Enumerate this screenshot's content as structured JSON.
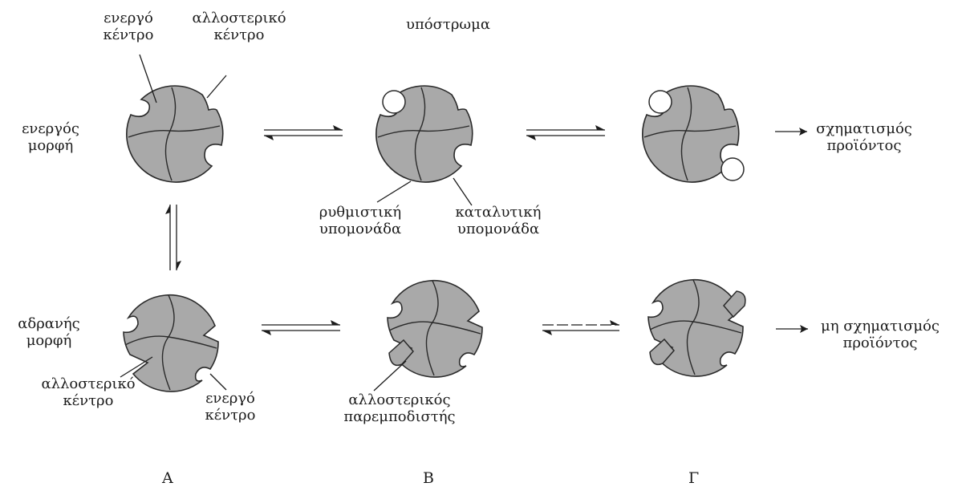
{
  "labels": {
    "active_site_top": [
      "ενεργό",
      "κέντρο"
    ],
    "allosteric_site_top": [
      "αλλοστερικό",
      "κέντρο"
    ],
    "active_form": [
      "ενεργός",
      "μορφή"
    ],
    "substrate": "υπόστρωμα",
    "regulatory_subunit": [
      "ρυθμιστική",
      "υπομονάδα"
    ],
    "catalytic_subunit": [
      "καταλυτική",
      "υπομονάδα"
    ],
    "product_formation": [
      "σχηματισμός",
      "προϊόντος"
    ],
    "inactive_form": [
      "αδρανής",
      "μορφή"
    ],
    "allosteric_site_bottom": [
      "αλλοστερικό",
      "κέντρο"
    ],
    "active_site_bottom": [
      "ενεργό",
      "κέντρο"
    ],
    "allosteric_inhibitor": [
      "αλλοστερικός",
      "παρεμποδιστής"
    ],
    "no_product_formation": [
      "μη σχηματισμός",
      "προϊόντος"
    ]
  },
  "columns": [
    "Α",
    "Β",
    "Γ"
  ],
  "colors": {
    "enzyme_fill": "#a9a9a9",
    "outline": "#2a2a2a",
    "background": "#ffffff"
  }
}
